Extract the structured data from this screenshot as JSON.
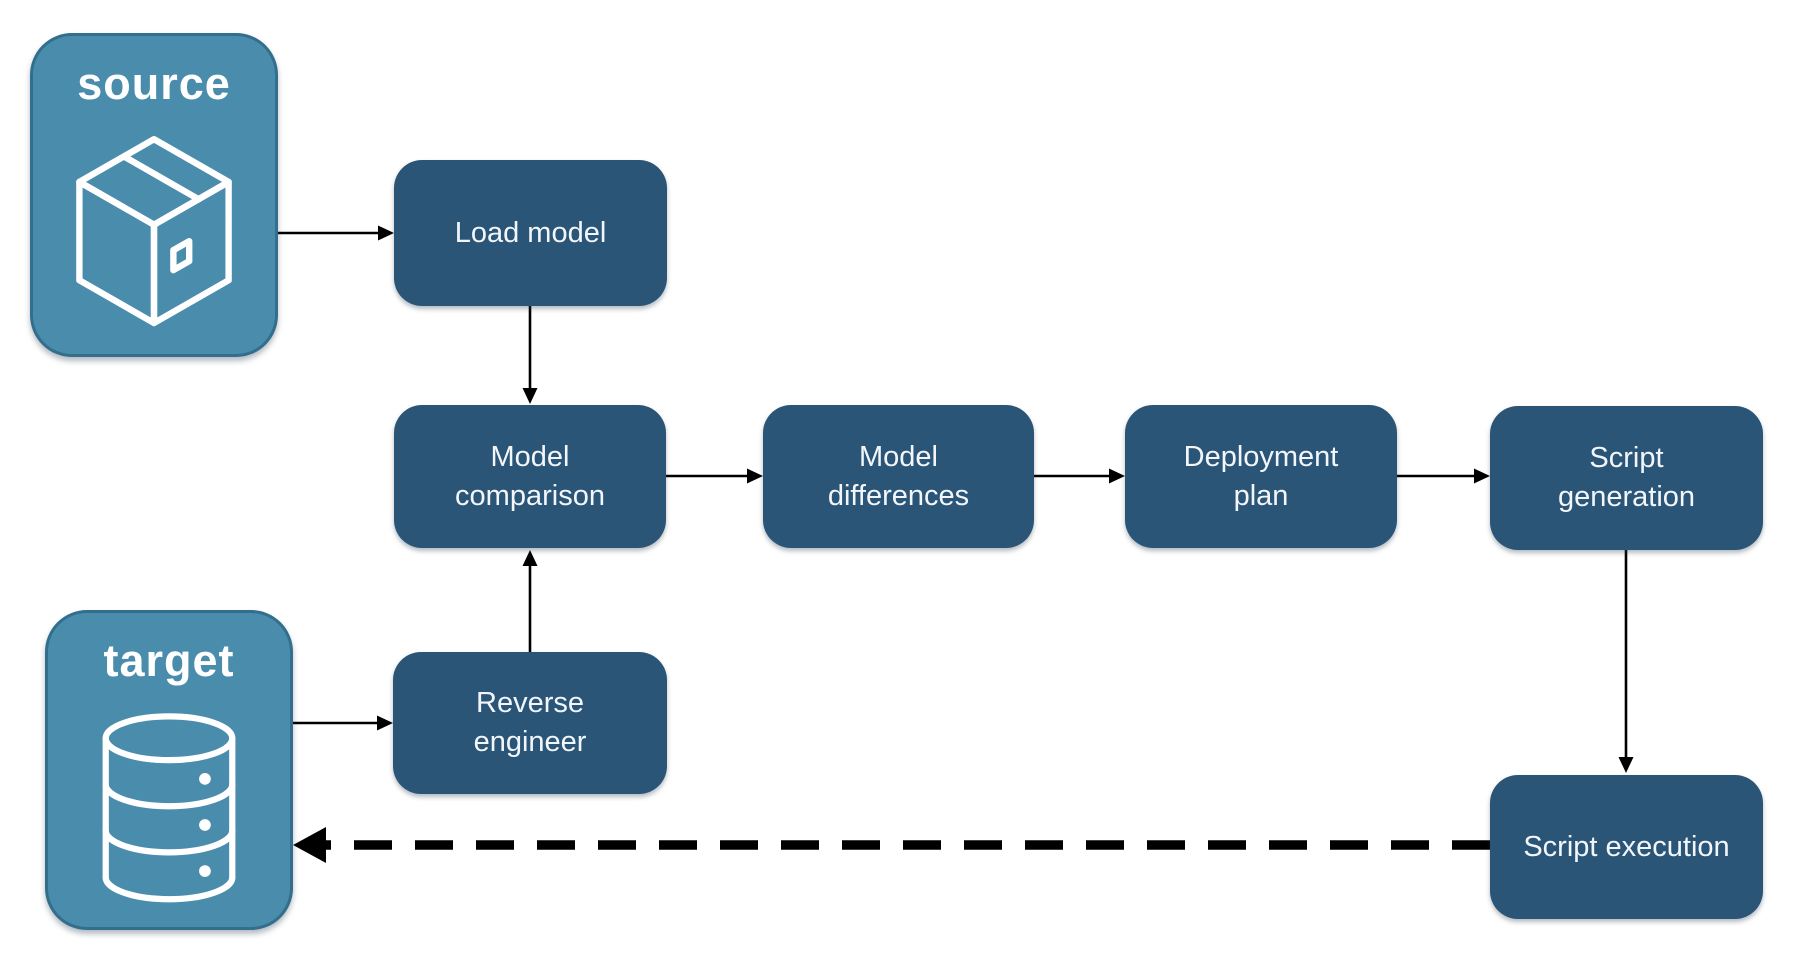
{
  "diagram": {
    "type": "flowchart",
    "background_color": "#ffffff",
    "colors": {
      "container_fill": "#4A8CAC",
      "container_border": "#336E8C",
      "node_fill": "#2A5577",
      "label_text": "#F2F6FA",
      "arrow": "#000000"
    },
    "containers": {
      "source": {
        "label": "source",
        "icon": "package-icon"
      },
      "target": {
        "label": "target",
        "icon": "database-icon"
      }
    },
    "nodes": {
      "load_model": {
        "label": "Load model"
      },
      "model_comparison": {
        "label": "Model comparison"
      },
      "model_differences": {
        "label": "Model differences"
      },
      "deployment_plan": {
        "label": "Deployment plan"
      },
      "script_generation": {
        "label": "Script generation"
      },
      "reverse_engineer": {
        "label": "Reverse engineer"
      },
      "script_execution": {
        "label": "Script execution"
      }
    },
    "edges": [
      {
        "from": "source",
        "to": "load_model",
        "style": "solid"
      },
      {
        "from": "load_model",
        "to": "model_comparison",
        "style": "solid"
      },
      {
        "from": "target",
        "to": "reverse_engineer",
        "style": "solid"
      },
      {
        "from": "reverse_engineer",
        "to": "model_comparison",
        "style": "solid"
      },
      {
        "from": "model_comparison",
        "to": "model_differences",
        "style": "solid"
      },
      {
        "from": "model_differences",
        "to": "deployment_plan",
        "style": "solid"
      },
      {
        "from": "deployment_plan",
        "to": "script_generation",
        "style": "solid"
      },
      {
        "from": "script_generation",
        "to": "script_execution",
        "style": "solid"
      },
      {
        "from": "script_execution",
        "to": "target",
        "style": "dashed"
      }
    ]
  }
}
